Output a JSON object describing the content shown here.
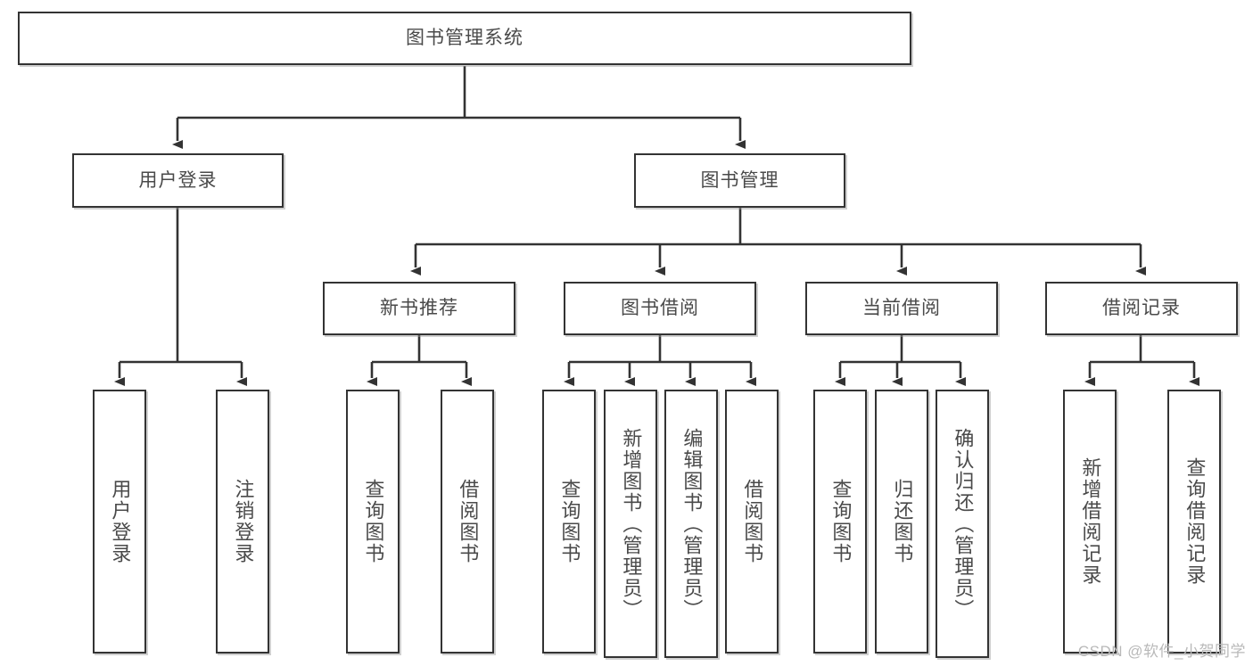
{
  "diagram": {
    "title": "图书管理系统",
    "type": "hierarchy-tree",
    "root": {
      "id": "root",
      "label": "图书管理系统"
    },
    "level2": [
      {
        "id": "user-login",
        "label": "用户登录"
      },
      {
        "id": "book-manage",
        "label": "图书管理"
      }
    ],
    "level3": [
      {
        "id": "new-book-rec",
        "label": "新书推荐",
        "parent": "book-manage"
      },
      {
        "id": "book-borrow",
        "label": "图书借阅",
        "parent": "book-manage"
      },
      {
        "id": "current-borrow",
        "label": "当前借阅",
        "parent": "book-manage"
      },
      {
        "id": "borrow-record",
        "label": "借阅记录",
        "parent": "book-manage"
      }
    ],
    "leaves": [
      {
        "id": "leaf-user-login",
        "label": "用户登录",
        "parent": "user-login"
      },
      {
        "id": "leaf-user-logout",
        "label": "注销登录",
        "parent": "user-login"
      },
      {
        "id": "leaf-query-book-1",
        "label": "查询图书",
        "parent": "new-book-rec"
      },
      {
        "id": "leaf-borrow-book-1",
        "label": "借阅图书",
        "parent": "new-book-rec"
      },
      {
        "id": "leaf-query-book-2",
        "label": "查询图书",
        "parent": "book-borrow"
      },
      {
        "id": "leaf-add-book",
        "label": "新增图书（管理员）",
        "parent": "book-borrow"
      },
      {
        "id": "leaf-edit-book",
        "label": "编辑图书（管理员）",
        "parent": "book-borrow"
      },
      {
        "id": "leaf-borrow-book-2",
        "label": "借阅图书",
        "parent": "book-borrow"
      },
      {
        "id": "leaf-query-book-3",
        "label": "查询图书",
        "parent": "current-borrow"
      },
      {
        "id": "leaf-return-book",
        "label": "归还图书",
        "parent": "current-borrow"
      },
      {
        "id": "leaf-confirm-return",
        "label": "确认归还（管理员）",
        "parent": "current-borrow"
      },
      {
        "id": "leaf-add-record",
        "label": "新增借阅记录",
        "parent": "borrow-record"
      },
      {
        "id": "leaf-query-record",
        "label": "查询借阅记录",
        "parent": "borrow-record"
      }
    ],
    "colors": {
      "border": "#333333",
      "text": "#4a4a4a",
      "background": "#ffffff",
      "watermark": "#b9b9b9"
    }
  },
  "watermark": {
    "text": "CSDN @软件_小贺同学"
  }
}
